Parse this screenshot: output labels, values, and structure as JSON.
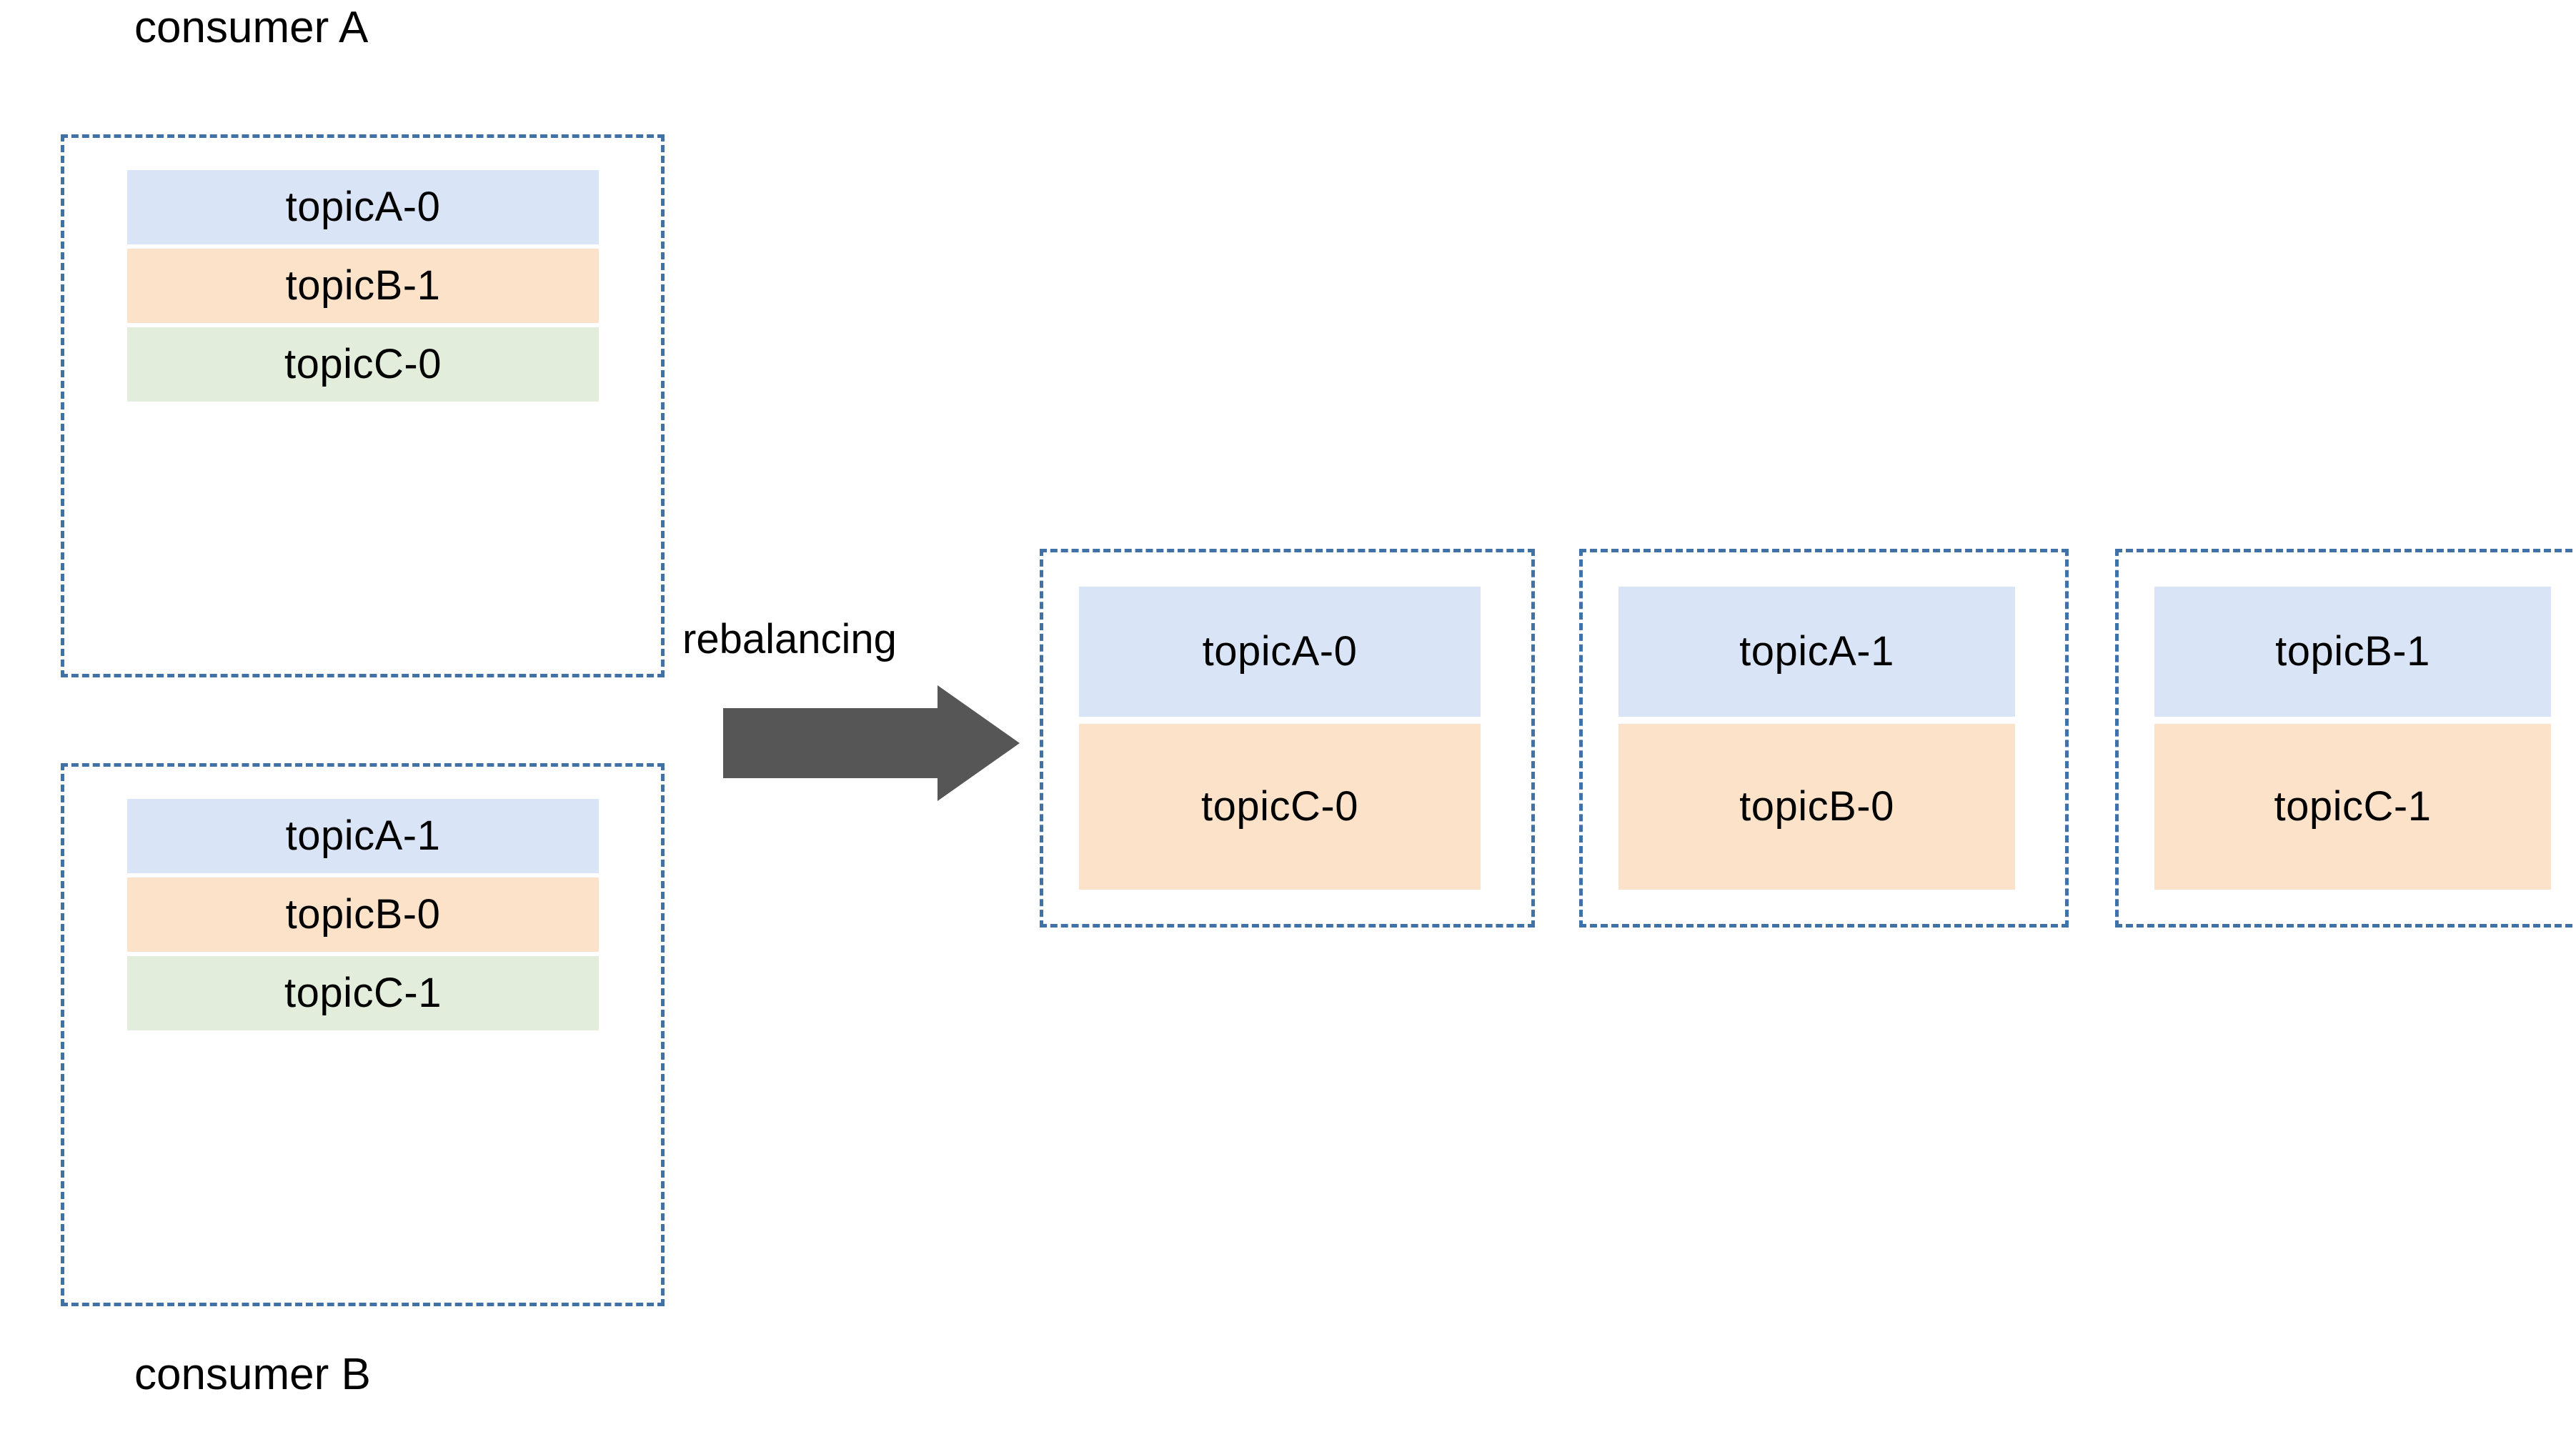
{
  "diagram": {
    "title_before": "consumer A",
    "title_after": "consumer B",
    "transition_label": "rebalancing",
    "colors": {
      "partition_blue": "#d9e5f7",
      "partition_orange": "#fde2ca",
      "partition_green": "#e2eddb",
      "group_border": "#4071a7",
      "arrow": "#565656",
      "text": "#000000",
      "background": "#ffffff"
    },
    "before": {
      "consumers": [
        {
          "label": "consumer A",
          "label_position": "top",
          "partitions": [
            {
              "name": "topicA-0",
              "color": "blue"
            },
            {
              "name": "topicB-1",
              "color": "orange"
            },
            {
              "name": "topicC-0",
              "color": "green"
            }
          ]
        },
        {
          "label": "consumer B",
          "label_position": "bottom",
          "partitions": [
            {
              "name": "topicA-1",
              "color": "blue"
            },
            {
              "name": "topicB-0",
              "color": "orange"
            },
            {
              "name": "topicC-1",
              "color": "green"
            }
          ]
        }
      ]
    },
    "after": {
      "consumers": [
        {
          "label": "",
          "partitions": [
            {
              "name": "topicA-0",
              "color": "blue"
            },
            {
              "name": "topicC-0",
              "color": "orange"
            }
          ]
        },
        {
          "label": "",
          "partitions": [
            {
              "name": "topicA-1",
              "color": "blue"
            },
            {
              "name": "topicB-0",
              "color": "orange"
            }
          ]
        },
        {
          "label": "",
          "partitions": [
            {
              "name": "topicB-1",
              "color": "blue"
            },
            {
              "name": "topicC-1",
              "color": "orange"
            }
          ]
        }
      ]
    },
    "arrow": {
      "direction": "right",
      "icon": "block-arrow-right-icon"
    }
  }
}
